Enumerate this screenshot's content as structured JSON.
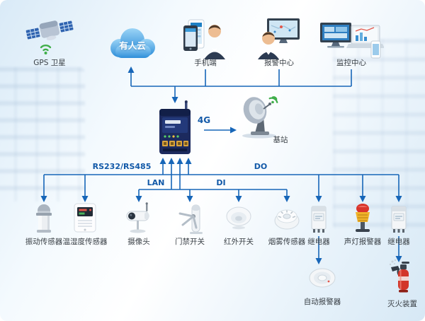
{
  "diagram": {
    "cloud": {
      "label": "有人云"
    },
    "top_nodes": {
      "gps": {
        "label": "GPS 卫星"
      },
      "mobile": {
        "label": "手机端"
      },
      "alarm_center": {
        "label": "报警中心"
      },
      "monitor_center": {
        "label": "监控中心"
      }
    },
    "base_station": {
      "label": "基站"
    },
    "link_labels": {
      "cellular": "4G",
      "serial": "RS232/RS485",
      "lan": "LAN",
      "di": "DI",
      "do": "DO"
    },
    "bottom_nodes": [
      {
        "id": "vibration-sensor",
        "label": "振动传感器"
      },
      {
        "id": "temp-humidity-sensor",
        "label": "温湿度传感器"
      },
      {
        "id": "camera",
        "label": "摄像头"
      },
      {
        "id": "door-switch",
        "label": "门禁开关"
      },
      {
        "id": "infrared-switch",
        "label": "红外开关"
      },
      {
        "id": "smoke-sensor",
        "label": "烟雾传感器"
      },
      {
        "id": "relay-1",
        "label": "继电器"
      },
      {
        "id": "sound-light-alarm",
        "label": "声灯报警器"
      },
      {
        "id": "relay-2",
        "label": "继电器"
      }
    ],
    "sub_nodes": [
      {
        "id": "auto-alarm",
        "label": "自动报警器"
      },
      {
        "id": "fire-extinguisher",
        "label": "灭火装置"
      }
    ],
    "colors": {
      "line": "#1766b8",
      "link_label": "#1259a8",
      "cloud_blue": "#2e8ed9",
      "signal_green": "#3fae49",
      "text": "#3a4046"
    }
  }
}
